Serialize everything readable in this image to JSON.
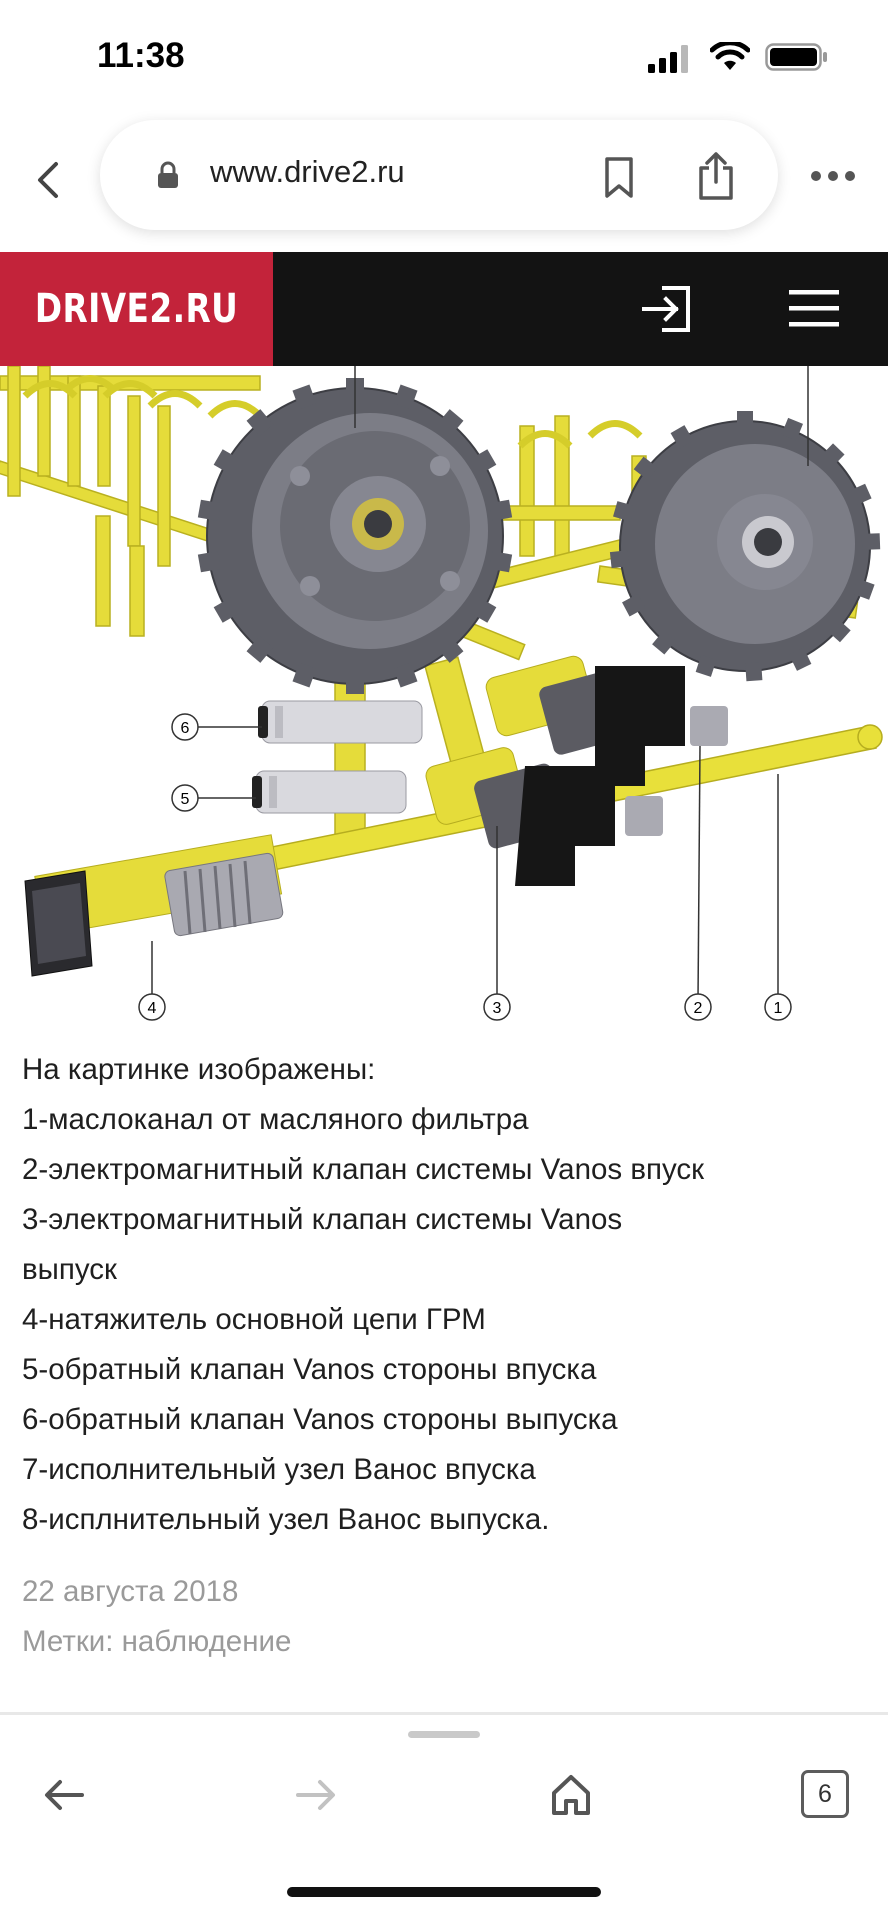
{
  "status_bar": {
    "time": "11:38"
  },
  "browser": {
    "url": "www.drive2.ru"
  },
  "site": {
    "logo": "DRIVE2.RU"
  },
  "figure": {
    "callouts": [
      "6",
      "5",
      "4",
      "3",
      "2",
      "1"
    ]
  },
  "article": {
    "lines": [
      "На картинке изображены:",
      "1-маслоканал от масляного фильтра",
      "2-электромагнитный клапан системы Vanos впуск",
      "3-электромагнитный клапан системы Vanos",
      "выпуск",
      "4-натяжитель основной цепи ГРМ",
      "5-обратный клапан Vanos стороны впуска",
      "6-обратный клапан Vanos стороны выпуска",
      "7-исполнительный узел Ванос впуска",
      "8-исплнительный узел Ванос выпуска."
    ]
  },
  "meta": {
    "date": "22 августа 2018",
    "tags": "Метки: наблюдение"
  },
  "toolbar": {
    "tab_count": "6"
  },
  "colors": {
    "brand_red": "#c3233a",
    "header_bg": "#131313",
    "oil_yellow": "#e8e03a",
    "sprocket_gray": "#6f7079"
  }
}
